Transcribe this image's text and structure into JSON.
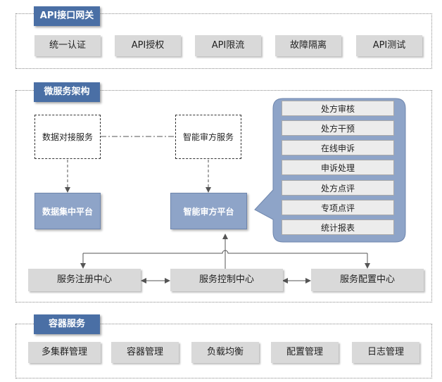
{
  "gateway": {
    "title": "API接口网关",
    "items": [
      "统一认证",
      "API授权",
      "API限流",
      "故障隔离",
      "API测试"
    ]
  },
  "micro": {
    "title": "微服务架构",
    "data_service": "数据对接服务",
    "review_service": "智能审方服务",
    "data_platform": "数据集中平台",
    "review_platform": "智能审方平台",
    "functions": [
      "处方审核",
      "处方干预",
      "在线申诉",
      "申诉处理",
      "处方点评",
      "专项点评",
      "统计报表"
    ],
    "registry": "服务注册中心",
    "control": "服务控制中心",
    "config": "服务配置中心"
  },
  "container": {
    "title": "容器服务",
    "items": [
      "多集群管理",
      "容器管理",
      "负载均衡",
      "配置管理",
      "日志管理"
    ]
  }
}
